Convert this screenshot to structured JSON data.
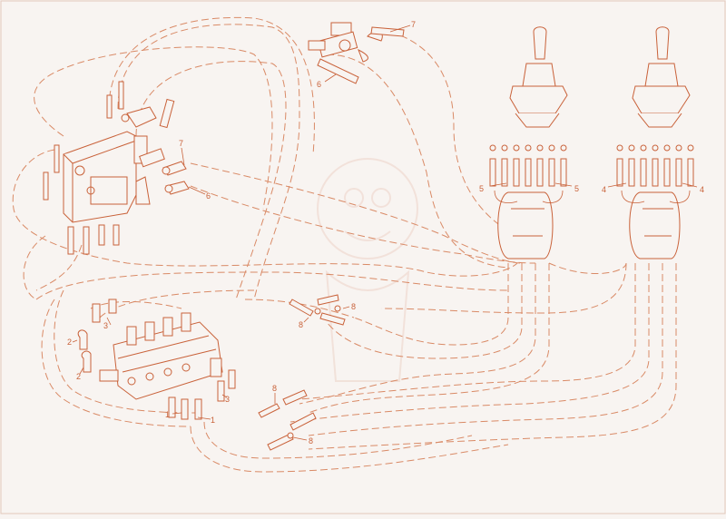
{
  "diagram": {
    "colors": {
      "line": "#c9623a",
      "background": "#f8f4f1",
      "hose": "#d98a66"
    },
    "callouts": {
      "c1a": "1",
      "c1b": "1",
      "c2a": "2",
      "c2b": "2",
      "c3a": "3",
      "c3b": "3",
      "c4a": "4",
      "c4b": "4",
      "c5a": "5",
      "c5b": "5",
      "c6a": "6",
      "c6b": "6",
      "c7a": "7",
      "c7b": "7",
      "c8a": "8",
      "c8b": "8",
      "c8c": "8",
      "c8d": "8"
    }
  }
}
